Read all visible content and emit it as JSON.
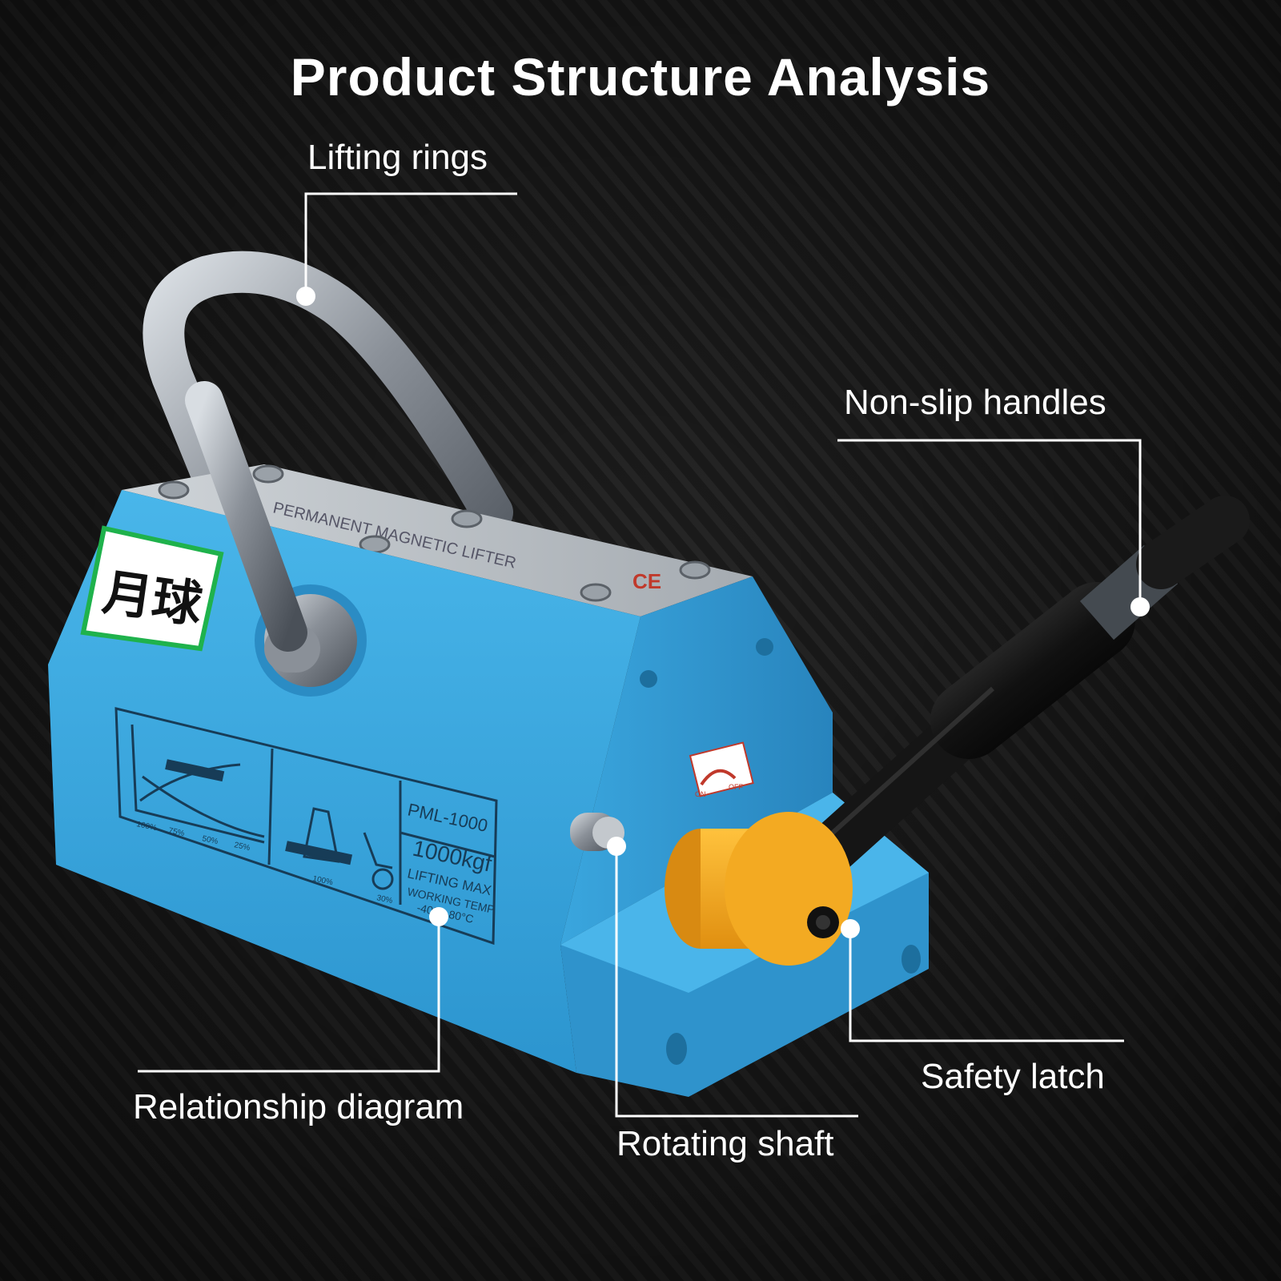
{
  "title": "Product Structure Analysis",
  "callouts": {
    "lifting_rings": "Lifting rings",
    "non_slip_handles": "Non-slip handles",
    "relationship_diagram": "Relationship diagram",
    "rotating_shaft": "Rotating shaft",
    "safety_latch": "Safety latch"
  },
  "product": {
    "brand_tag": "月球",
    "model": "PML-1000",
    "capacity": "1000kgf",
    "lifting_max": "LIFTING MAX",
    "working_temp_label": "WORKING TEMP",
    "working_temp_range": "-40°C-80°C",
    "ce_mark": "CE",
    "top_plate_text": "PERMANENT MAGNETIC LIFTER",
    "switch_on": "ON",
    "switch_off": "OFF",
    "chart_pct_100": "100%",
    "chart_pct_30": "30%",
    "chart_x_ticks": [
      "100%",
      "75%",
      "50%",
      "25%"
    ]
  },
  "colors": {
    "background": "#1a1a1a",
    "body_blue": "#3aa9e0",
    "handle_black": "#141414",
    "shaft_yellow": "#f0a51d",
    "line_white": "#ffffff"
  },
  "icons": [
    "lifting-ring-icon",
    "handle-icon",
    "shaft-cap-icon",
    "safety-latch-icon",
    "rotating-shaft-icon"
  ]
}
